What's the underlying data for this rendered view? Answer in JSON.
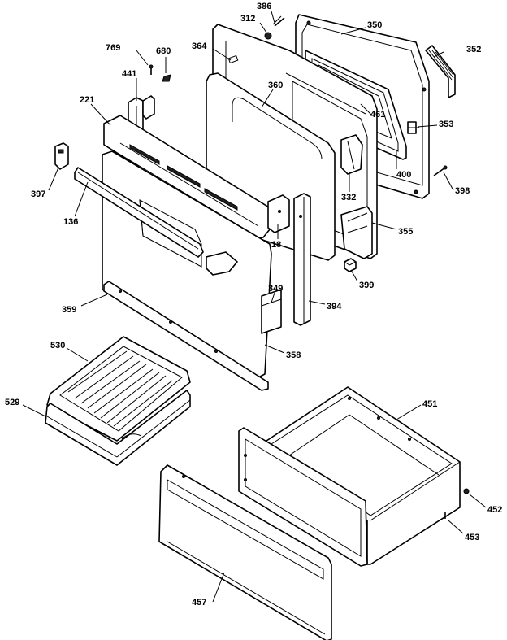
{
  "callouts": {
    "p386": "386",
    "p312": "312",
    "p350": "350",
    "p352": "352",
    "p769": "769",
    "p680": "680",
    "p364": "364",
    "p441": "441",
    "p360": "360",
    "p461": "461",
    "p353": "353",
    "p221": "221",
    "p397": "397",
    "p400": "400",
    "p398": "398",
    "p332": "332",
    "p136": "136",
    "p18": "18",
    "p355": "355",
    "p399": "399",
    "p349": "349",
    "p359": "359",
    "p394": "394",
    "p358": "358",
    "p530": "530",
    "p451": "451",
    "p529": "529",
    "p452": "452",
    "p453": "453",
    "p457": "457"
  }
}
